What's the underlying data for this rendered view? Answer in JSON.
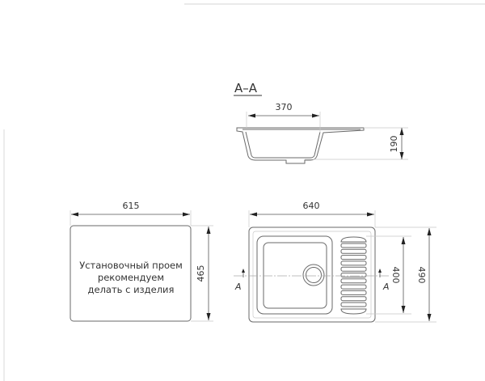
{
  "section": {
    "title": "A–A",
    "width_dim": "370",
    "depth_dim": "190"
  },
  "cutout": {
    "width_dim": "615",
    "height_dim": "465",
    "note_lines": [
      "Установочный проем",
      "рекомендуем",
      "делать с изделия"
    ]
  },
  "plan": {
    "width_dim": "640",
    "bowl_height_dim": "400",
    "height_dim": "490",
    "section_marker_left": "A",
    "section_marker_right": "A"
  }
}
